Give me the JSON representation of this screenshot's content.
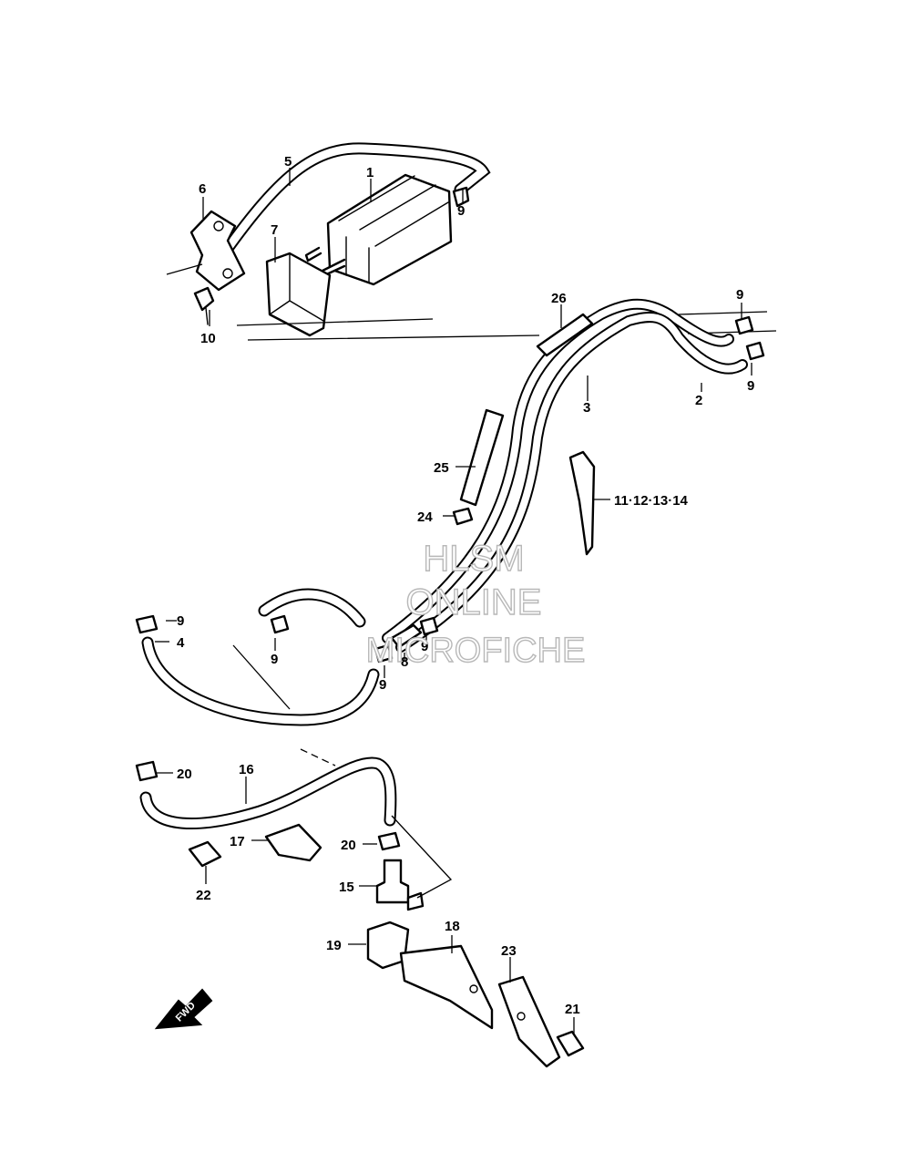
{
  "watermark": {
    "line1": "HLSM",
    "line2": "ONLINE",
    "line3": "MICROFICHE"
  },
  "direction_badge": "FWD",
  "callouts": {
    "c1": "1",
    "c2": "2",
    "c3": "3",
    "c4": "4",
    "c5": "5",
    "c6": "6",
    "c7": "7",
    "c8": "8",
    "c9": "9",
    "c10": "10",
    "c11_14": "11·12·13·14",
    "c15": "15",
    "c16": "16",
    "c17": "17",
    "c18": "18",
    "c19": "19",
    "c20": "20",
    "c21": "21",
    "c22": "22",
    "c23": "23",
    "c24": "24",
    "c25": "25",
    "c26": "26"
  }
}
